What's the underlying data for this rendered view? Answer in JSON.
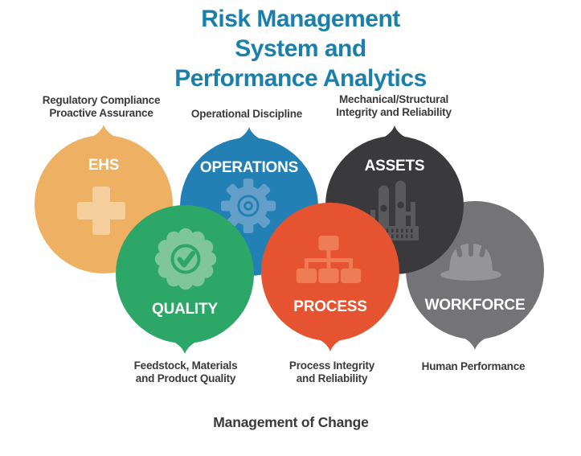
{
  "title": {
    "text": "Risk Management System and\nPerformance Analytics",
    "color": "#1b7fac"
  },
  "bubbles": [
    {
      "label": "EHS",
      "caption": "Regulatory Compliance\nProactive Assurance",
      "color": "#eeb062",
      "icon": "medical-cross-icon",
      "icon_color": "#f4cf9c"
    },
    {
      "label": "OPERATIONS",
      "caption": "Operational Discipline",
      "color": "#2280b4",
      "icon": "gear-icon",
      "icon_color": "#639fc9"
    },
    {
      "label": "ASSETS",
      "caption": "Mechanical/Structural\nIntegrity and Reliability",
      "color": "#3a393b",
      "icon": "factory-icon",
      "icon_color": "#59585c"
    },
    {
      "label": "QUALITY",
      "caption": "Feedstock, Materials\nand Product Quality",
      "color": "#2ca767",
      "icon": "badge-check-icon",
      "icon_color": "#7fc69b"
    },
    {
      "label": "PROCESS",
      "caption": "Process Integrity\nand Reliability",
      "color": "#e65330",
      "icon": "flowchart-icon",
      "icon_color": "#ee7d55"
    },
    {
      "label": "WORKFORCE",
      "caption": "Human Performance",
      "color": "#747376",
      "icon": "hard-hat-icon",
      "icon_color": "#959498"
    }
  ],
  "footer": {
    "label": "Management of Change"
  },
  "text_color": "#3a393b"
}
